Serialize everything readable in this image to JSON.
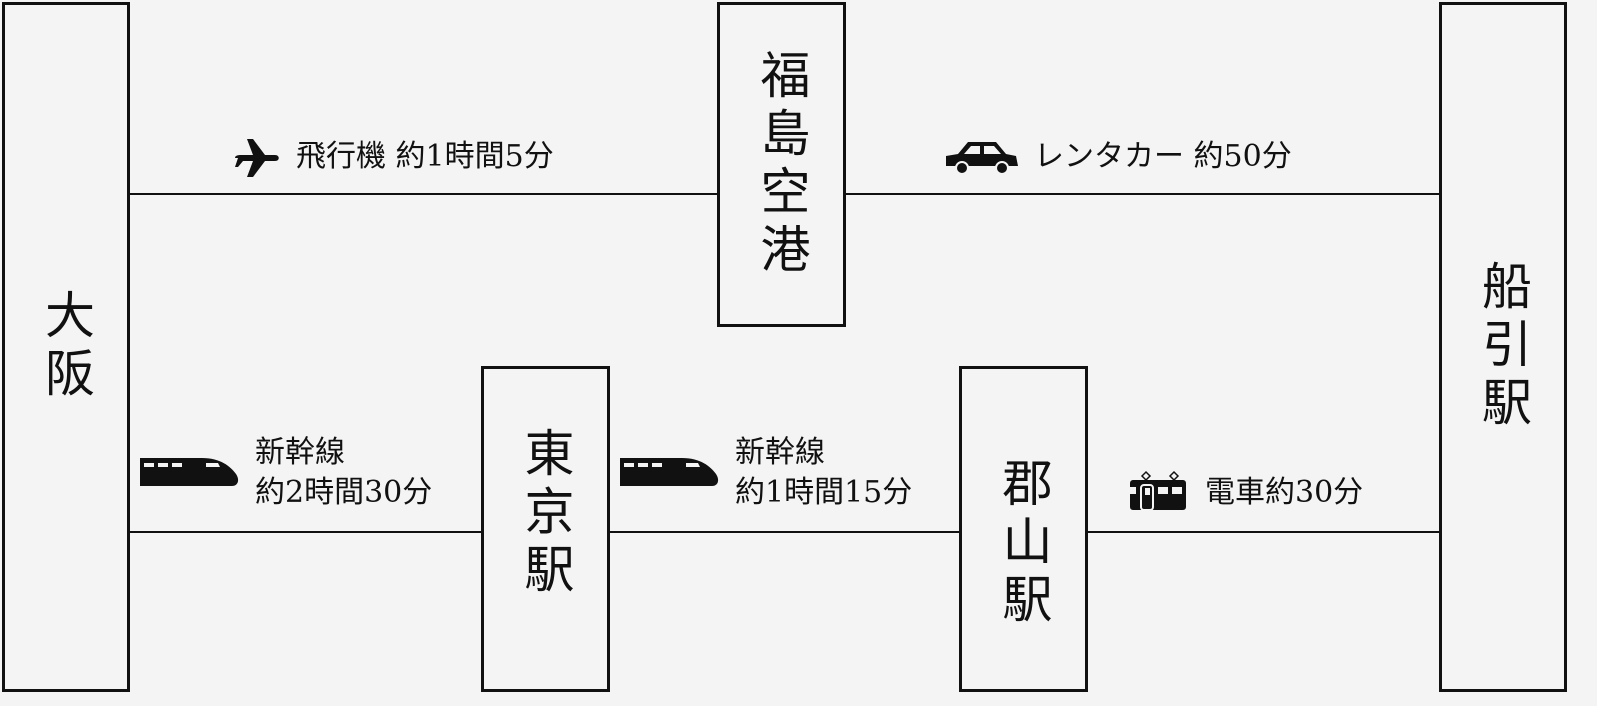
{
  "stations": {
    "osaka": "大阪",
    "fukushima_airport": "福島空港",
    "tokyo": "東京駅",
    "koriyama": "郡山駅",
    "funehiki": "船引駅"
  },
  "routes": {
    "plane": {
      "icon": "airplane-icon",
      "text": "飛行機 約1時間5分"
    },
    "car": {
      "icon": "car-icon",
      "text": "レンタカー 約50分"
    },
    "shinkansen1": {
      "icon": "shinkansen-icon",
      "line1": "新幹線",
      "line2": "約2時間30分"
    },
    "shinkansen2": {
      "icon": "shinkansen-icon",
      "line1": "新幹線",
      "line2": "約1時間15分"
    },
    "train": {
      "icon": "train-icon",
      "text": "電車約30分"
    }
  }
}
